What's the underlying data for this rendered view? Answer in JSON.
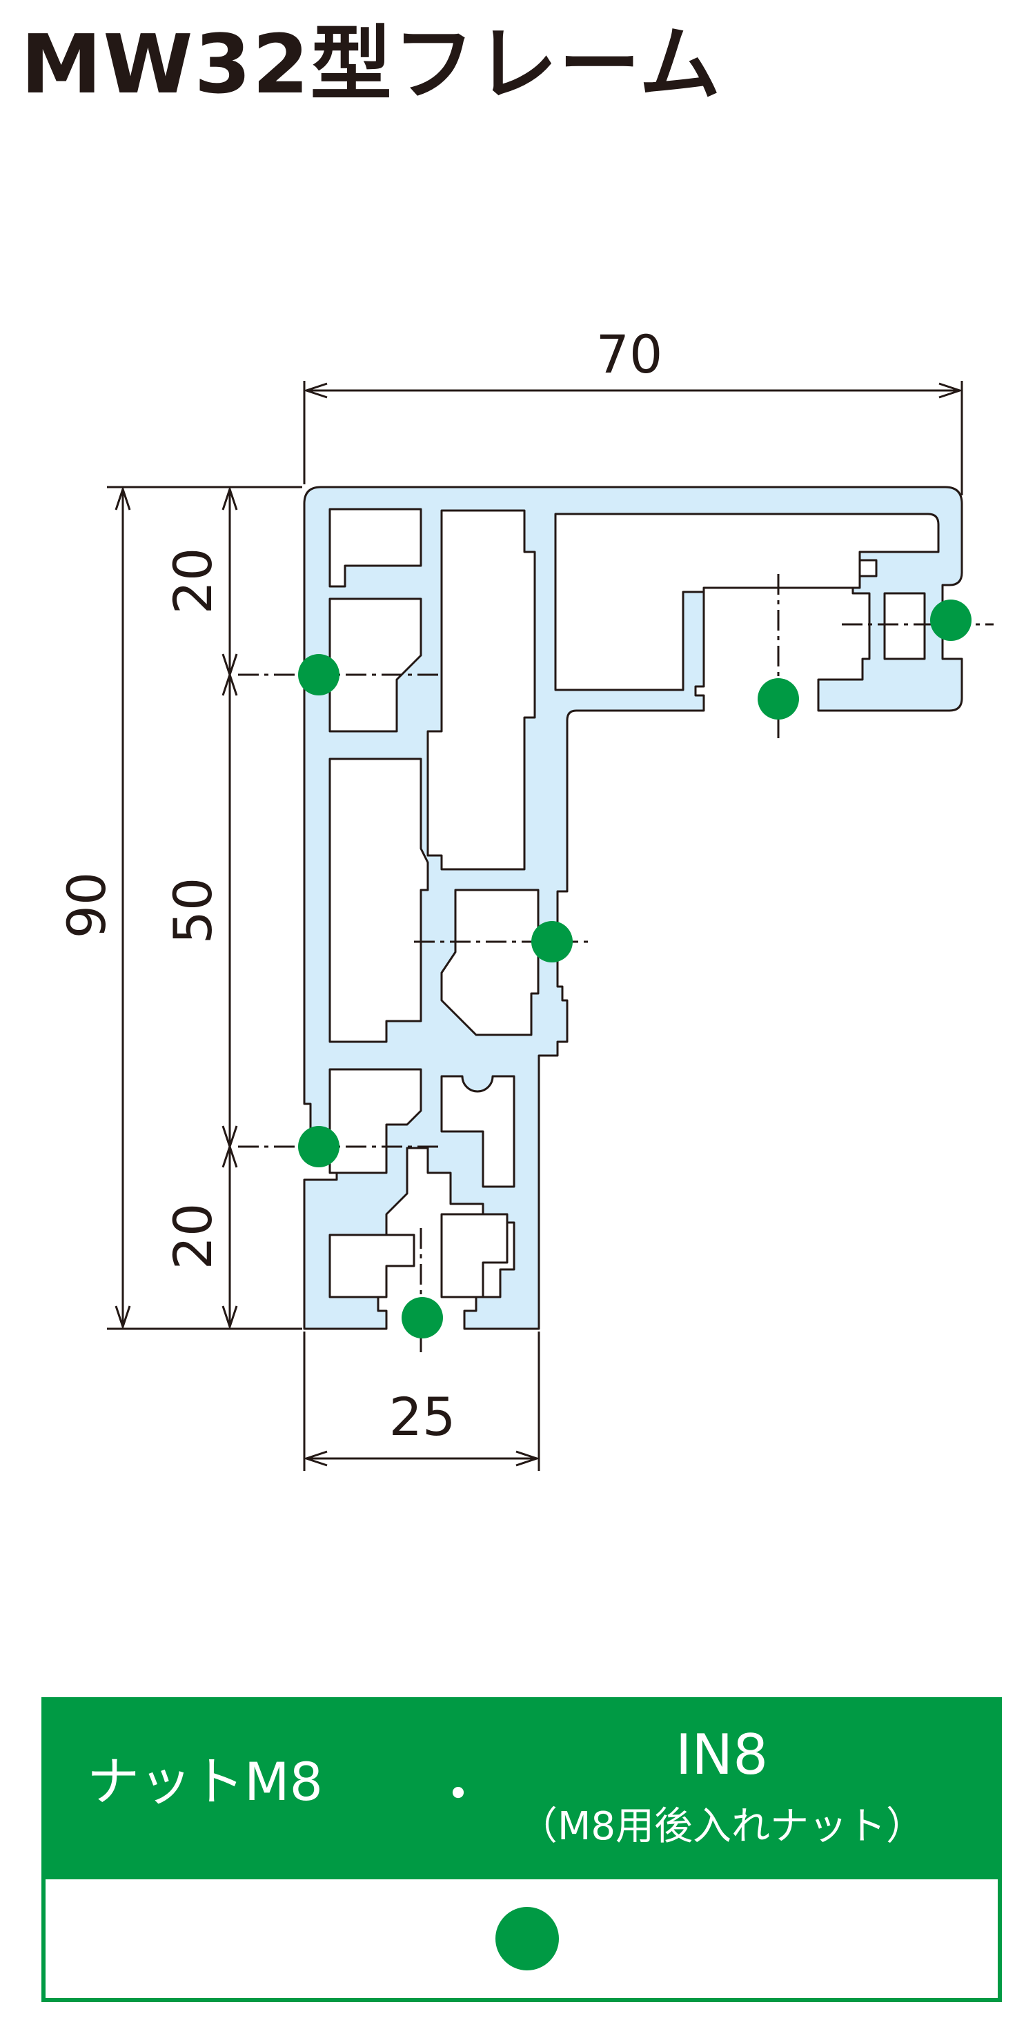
{
  "title": "MW32型フレーム",
  "dimensions": {
    "top_width": "70",
    "bottom_width": "25",
    "total_height": "90",
    "upper_segment": "20",
    "middle_segment": "50",
    "lower_segment": "20"
  },
  "legend": {
    "nut_label": "ナットM8",
    "separator": "・",
    "in8_label": "IN8",
    "in8_subtitle": "（M8用後入れナット）"
  },
  "colors": {
    "profile_fill": "#d4ecfa",
    "profile_stroke": "#231815",
    "nut_dot": "#009a44",
    "legend_green": "#009a44"
  }
}
